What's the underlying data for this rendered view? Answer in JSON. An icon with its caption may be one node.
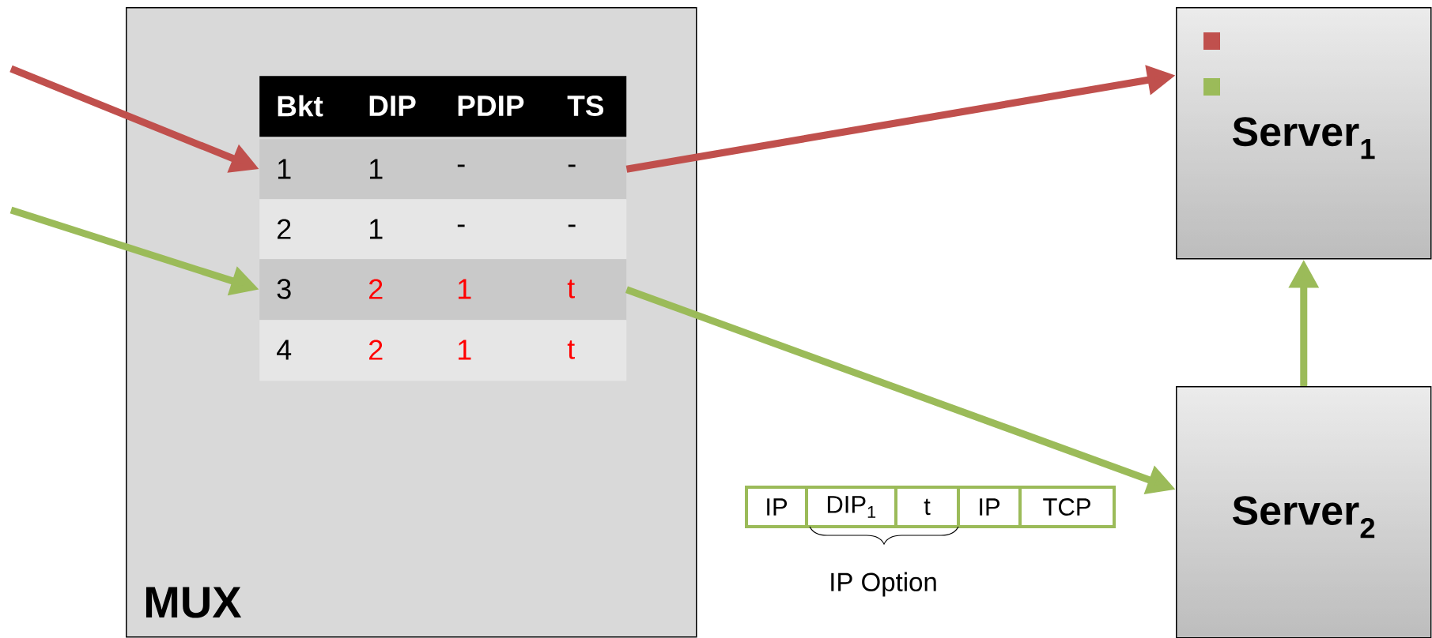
{
  "diagram": {
    "nodes": [
      {
        "text": [
          "MUX"
        ]
      },
      {
        "text": [
          "Bkt",
          "DIP",
          "PDIP",
          "TS"
        ],
        "in": 0
      },
      {
        "text": [
          "1",
          "1",
          "-",
          "-"
        ],
        "in": 0
      },
      {
        "text": [
          "2",
          "1",
          "-",
          "-"
        ],
        "in": 0
      },
      {
        "text": [
          "3",
          "2",
          "1",
          "t"
        ],
        "in": 0
      },
      {
        "text": [
          "4",
          "2",
          "1",
          "t"
        ],
        "in": 0
      },
      {
        "text": [
          "Server$_{1}$"
        ]
      },
      {
        "text": [
          "Server$_{2}$"
        ]
      }
    ],
    "edges": [
      {
        "from": null,
        "to": 2,
        "arrow": "to",
        "color": "#c0504d"
      },
      {
        "from": null,
        "to": 4,
        "arrow": "to"
      },
      {
        "from": 2,
        "to": 6,
        "arrow": "to",
        "color": "#c0504d"
      },
      {
        "from": 4,
        "to": 7,
        "arrow": "to"
      },
      {
        "from": 7,
        "to": 6,
        "arrow": "to"
      }
    ],
    "labels": [
      "IP",
      "DIP$_{1}$",
      "t",
      "IP",
      "TCP",
      "IP Option"
    ]
  }
}
